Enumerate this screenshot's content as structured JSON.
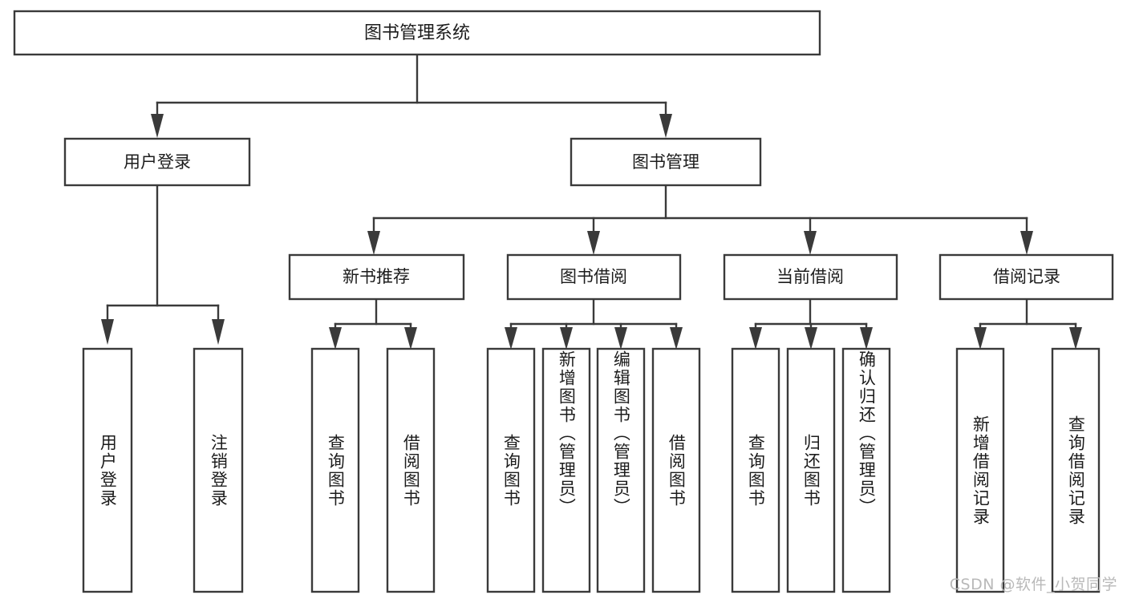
{
  "diagram": {
    "type": "hierarchy-tree",
    "title": "图书管理系统",
    "watermark": "CSDN @软件_小贺同学",
    "colors": {
      "box_stroke": "#3a3a3a",
      "box_fill": "#ffffff",
      "text": "#1c1c1c",
      "background": "#ffffff",
      "watermark": "#b9b9b9"
    },
    "root": {
      "label": "图书管理系统"
    },
    "level2": [
      {
        "label": "用户登录"
      },
      {
        "label": "图书管理"
      }
    ],
    "level3": [
      {
        "label": "新书推荐"
      },
      {
        "label": "图书借阅"
      },
      {
        "label": "当前借阅"
      },
      {
        "label": "借阅记录"
      }
    ],
    "leaves": [
      {
        "label": "用户登录",
        "parent": "用户登录"
      },
      {
        "label": "注销登录",
        "parent": "用户登录"
      },
      {
        "label": "查询图书",
        "parent": "新书推荐"
      },
      {
        "label": "借阅图书",
        "parent": "新书推荐"
      },
      {
        "label": "查询图书",
        "parent": "图书借阅"
      },
      {
        "label": "新增图书（管理员）",
        "parent": "图书借阅"
      },
      {
        "label": "编辑图书（管理员）",
        "parent": "图书借阅"
      },
      {
        "label": "借阅图书",
        "parent": "图书借阅"
      },
      {
        "label": "查询图书",
        "parent": "当前借阅"
      },
      {
        "label": "归还图书",
        "parent": "当前借阅"
      },
      {
        "label": "确认归还（管理员）",
        "parent": "当前借阅"
      },
      {
        "label": "新增借阅记录",
        "parent": "借阅记录"
      },
      {
        "label": "查询借阅记录",
        "parent": "借阅记录"
      }
    ]
  }
}
